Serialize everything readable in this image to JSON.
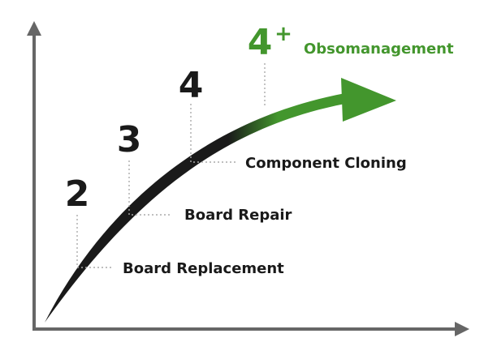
{
  "colors": {
    "axis": "#666666",
    "ink": "#1a1a1a",
    "accent": "#43962d",
    "guide": "#aaaaaa"
  },
  "stages": [
    {
      "number": "2",
      "label": "Board Replacement"
    },
    {
      "number": "3",
      "label": "Board Repair"
    },
    {
      "number": "4",
      "label": "Component Cloning"
    },
    {
      "number": "4",
      "superscript": "+",
      "label": "Obsomanagement"
    }
  ],
  "icons": {
    "y_axis_arrow": "arrow-up-icon",
    "x_axis_arrow": "arrow-right-icon"
  }
}
